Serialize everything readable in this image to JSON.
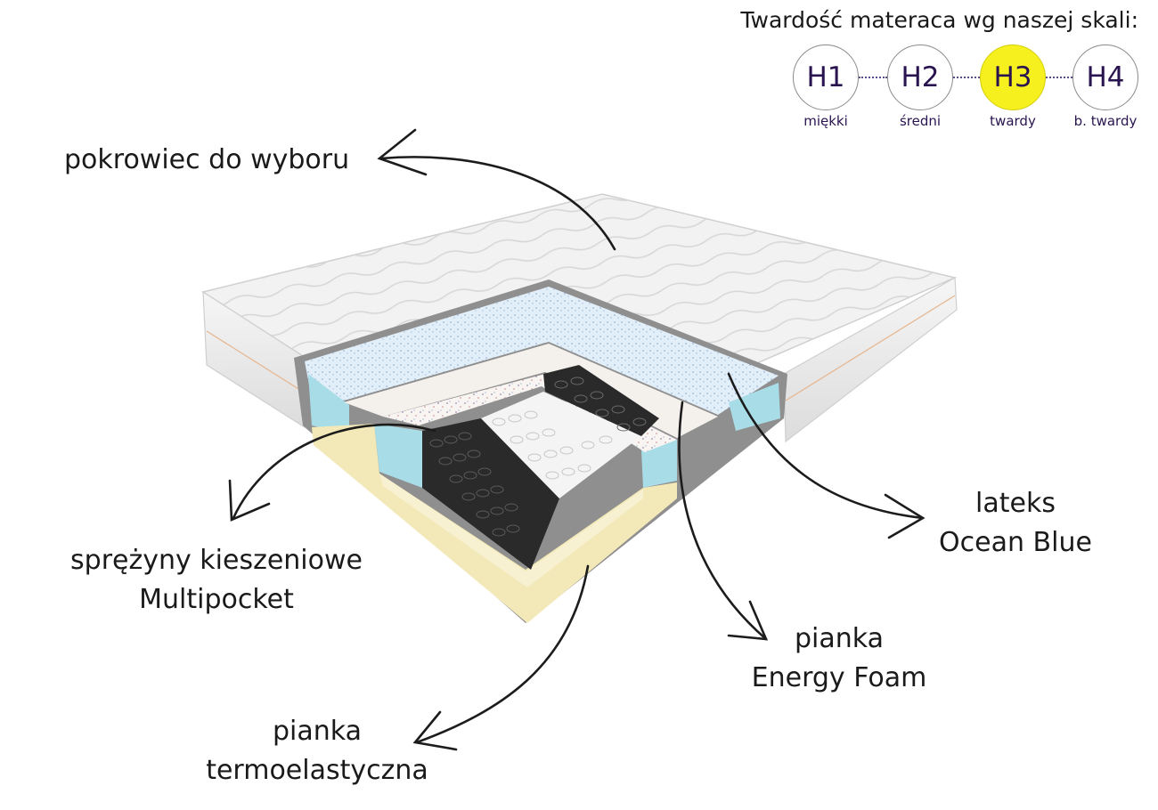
{
  "scale": {
    "title": "Twardość materaca wg naszej skali:",
    "accent": "#f5f01e",
    "levels": [
      {
        "code": "H1",
        "name": "miękki",
        "active": false
      },
      {
        "code": "H2",
        "name": "średni",
        "active": false
      },
      {
        "code": "H3",
        "name": "twardy",
        "active": true
      },
      {
        "code": "H4",
        "name": "b. twardy",
        "active": false
      }
    ]
  },
  "layers": {
    "cover": "pokrowiec do wyboru",
    "springs_line1": "sprężyny kieszeniowe",
    "springs_line2": "Multipocket",
    "thermo_line1": "pianka",
    "thermo_line2": "termoelastyczna",
    "energy_line1": "pianka",
    "energy_line2": "Energy Foam",
    "latex_line1": "lateks",
    "latex_line2": "Ocean Blue"
  },
  "colors": {
    "latex": "#a8dde8",
    "cover": "#f2f2f2",
    "thermo": "#f3e9b8",
    "spring_dark": "#2a2a2a",
    "spring_light": "#f4f4f4"
  }
}
